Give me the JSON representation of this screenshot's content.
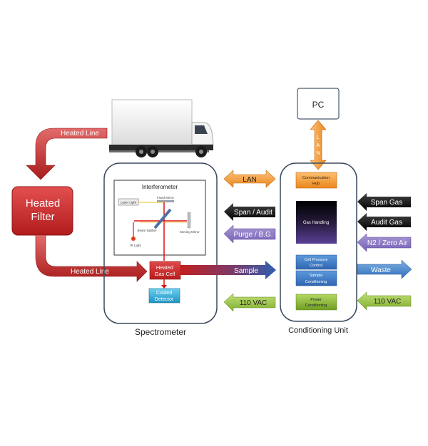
{
  "heated_line_top": "Heated Line",
  "heated_line_bottom": "Heated Line",
  "heated_filter": [
    "Heated",
    "Filter"
  ],
  "pc": "PC",
  "lan_vertical": [
    "L",
    "A",
    "N"
  ],
  "lan": "LAN",
  "span_audit": "Span / Audit",
  "purge_bg": "Purge / B.G.",
  "sample": "Sample",
  "vac_left": "110 VAC",
  "vac_right": "110 VAC",
  "span_gas": "Span Gas",
  "audit_gas": "Audit Gas",
  "n2_zero_air": "N2 / Zero Air",
  "waste": "Waste",
  "spectrometer": "Spectrometer",
  "conditioning_unit": "Conditioning Unit",
  "interferometer": {
    "title": "Interferometer",
    "fixed_mirror": "Fixed Mirror",
    "laser_light": "Laser Light",
    "beam_splitter": "Beam Splitter",
    "moving_mirror": "Moving Mirror",
    "ir_light": "IR Light"
  },
  "heated_gas_cell": [
    "Heated",
    "Gas Cell"
  ],
  "cooled_detector": [
    "Cooled",
    "Detector"
  ],
  "communication_hub": [
    "Communication",
    "Hub"
  ],
  "gas_handling": "Gas Handling",
  "cell_pressure_control": [
    "Cell Pressure",
    "Control"
  ],
  "sample_conditioning": [
    "Sample",
    "Conditioning"
  ],
  "power_conditioning": [
    "Power",
    "Conditioning"
  ]
}
